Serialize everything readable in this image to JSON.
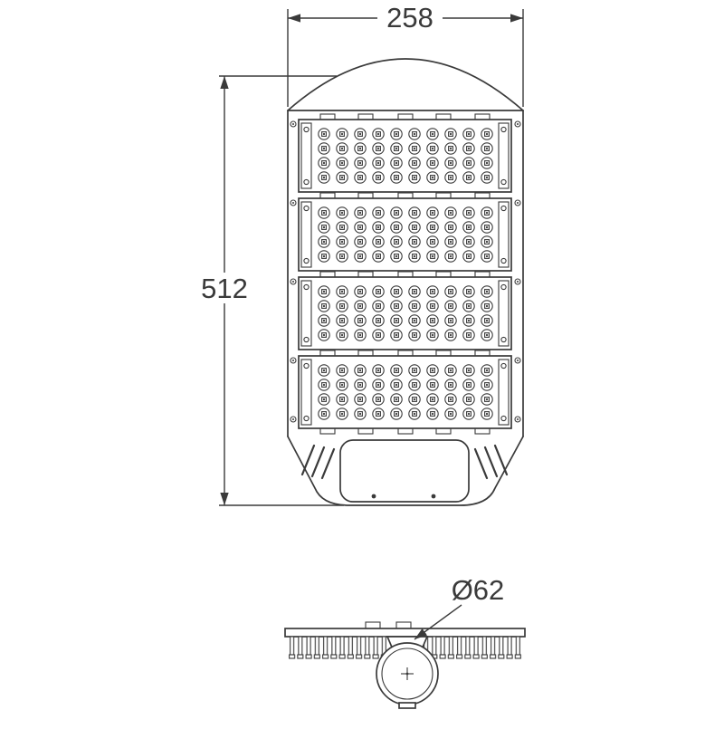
{
  "labels": {
    "width": "258",
    "height": "512",
    "diameter": "Ø62"
  },
  "colors": {
    "line": "#3a3a3a",
    "background": "#ffffff"
  },
  "drawing": {
    "module_count": 4,
    "led_rows_per_module": 4,
    "led_columns_per_module": 10
  }
}
